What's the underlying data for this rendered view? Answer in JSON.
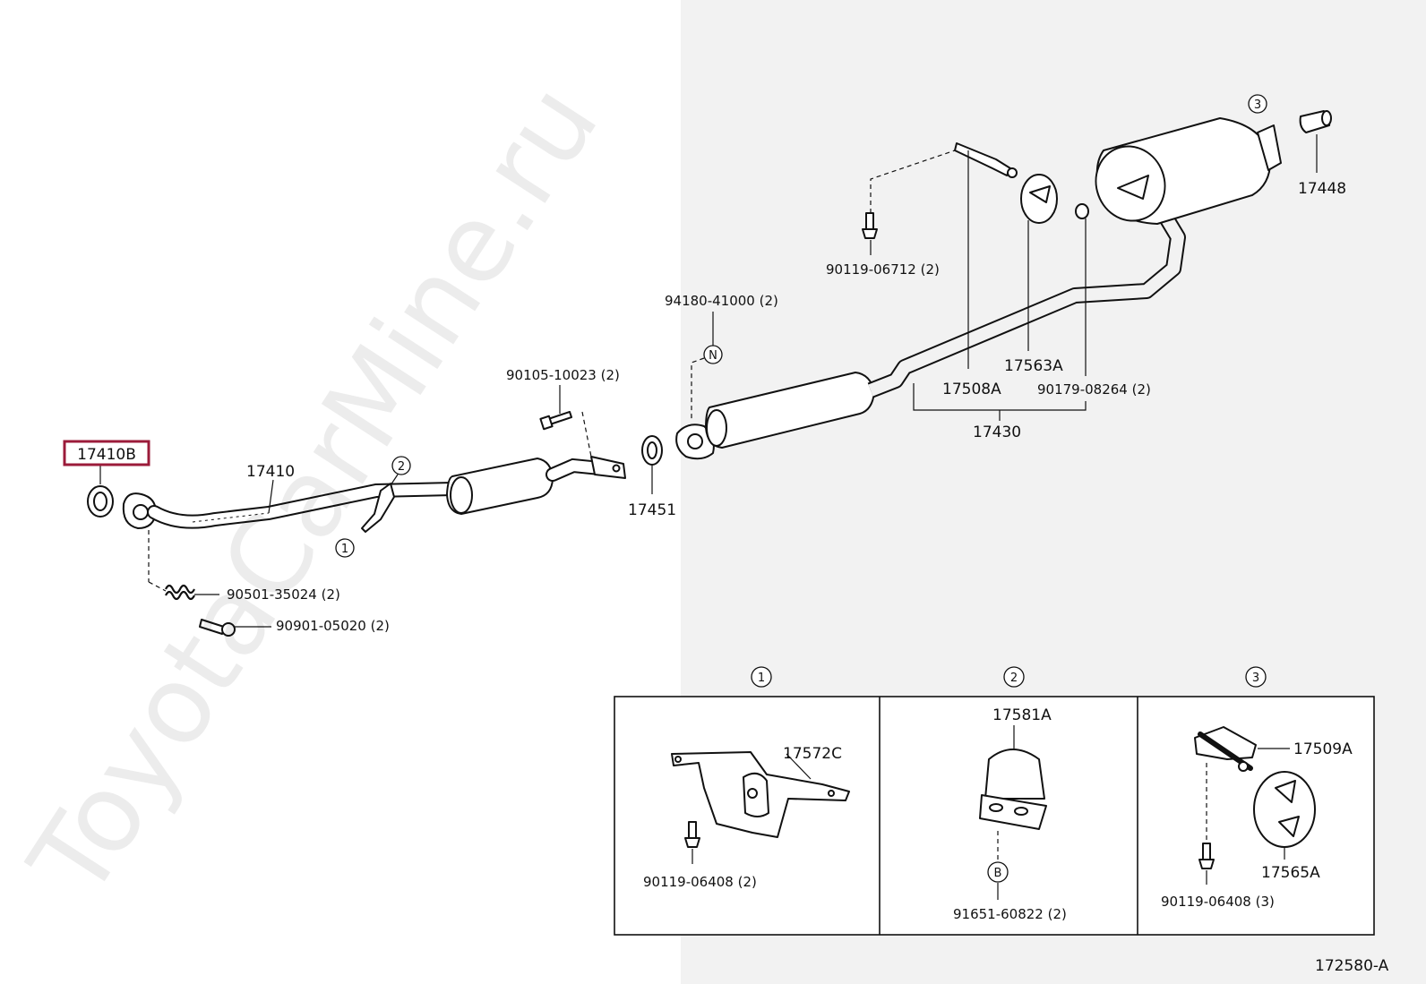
{
  "diagram_id": "172580-A",
  "highlighted_part": "17410B",
  "watermark": "ToyotaCarMine.ru",
  "parts": {
    "p17410B": "17410B",
    "p17410": "17410",
    "p90501": "90501-35024 (2)",
    "p90901": "90901-05020 (2)",
    "p90105": "90105-10023 (2)",
    "p17451": "17451",
    "p94180": "94180-41000 (2)",
    "p90119_06712": "90119-06712 (2)",
    "p17508A": "17508A",
    "p17563A": "17563A",
    "p90179": "90179-08264 (2)",
    "p17430": "17430",
    "p17448": "17448"
  },
  "callouts": {
    "c1": "1",
    "c2": "2",
    "c3": "3",
    "N": "N",
    "B": "B"
  },
  "detail": {
    "box1": {
      "tag": "1",
      "p17572C": "17572C",
      "p90119": "90119-06408 (2)"
    },
    "box2": {
      "tag": "2",
      "p17581A": "17581A",
      "p91651": "91651-60822 (2)",
      "tagB": "B"
    },
    "box3": {
      "tag": "3",
      "p17509A": "17509A",
      "p17565A": "17565A",
      "p90119": "90119-06408 (3)"
    }
  },
  "colors": {
    "highlight": "#9b1b3a",
    "right_bg": "#f2f2f2",
    "ink": "#111111"
  }
}
